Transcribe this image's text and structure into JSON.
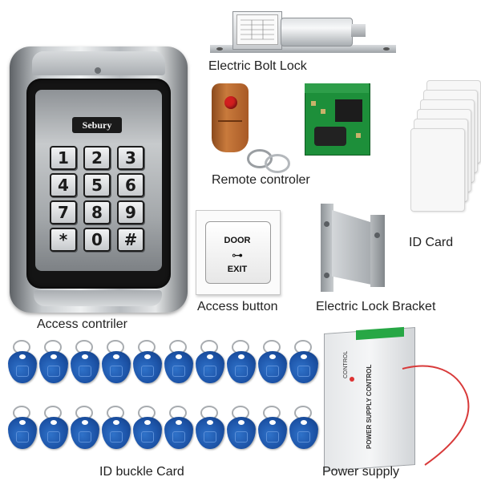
{
  "captions": {
    "bolt_lock": "Electric Bolt Lock",
    "remote": "Remote controler",
    "id_card": "ID Card",
    "access_button": "Access button",
    "lock_bracket": "Electric Lock Bracket",
    "access_controller": "Access contriler",
    "id_buckle": "ID buckle Card",
    "power_supply": "Power supply"
  },
  "keypad": {
    "brand": "Sebury",
    "keys": [
      "1",
      "2",
      "3",
      "4",
      "5",
      "6",
      "7",
      "8",
      "9",
      "*",
      "0",
      "#"
    ]
  },
  "exit_button": {
    "door": "DOOR",
    "key_glyph": "⊶",
    "exit": "EXIT"
  },
  "power_supply": {
    "title": "POWER SUPPLY CONTROL",
    "side": "CONTROL"
  },
  "colors": {
    "fob_blue": "#1d54a8",
    "remote_orange": "#c97a3c",
    "remote_button": "#d21f1f",
    "pcb_green": "#1d8f3a",
    "wire_red": "#d83a3a"
  },
  "fob_count": 20
}
